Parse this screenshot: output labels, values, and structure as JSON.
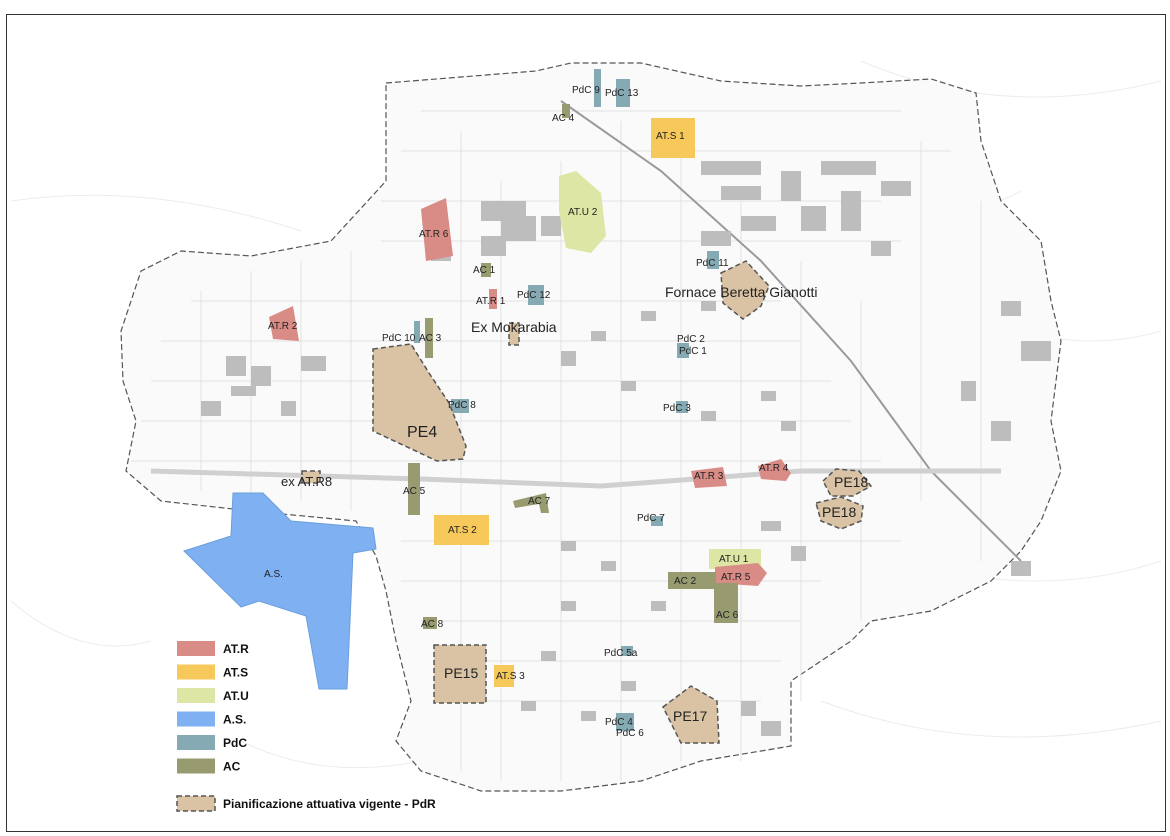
{
  "colors": {
    "atr": "#d98b86",
    "ats": "#f7c85a",
    "atu": "#dde6a4",
    "as": "#7fb1f2",
    "pdc": "#86aab4",
    "ac": "#989a70",
    "pdr": "#d9c3a4",
    "buildings": "#bdbdbd",
    "streets": "#e2e2e2",
    "boundary": "#555555"
  },
  "legend": [
    {
      "key": "atr",
      "label": "AT.R"
    },
    {
      "key": "ats",
      "label": "AT.S"
    },
    {
      "key": "atu",
      "label": "AT.U"
    },
    {
      "key": "as",
      "label": "A.S."
    },
    {
      "key": "pdc",
      "label": "PdC"
    },
    {
      "key": "ac",
      "label": "AC"
    },
    {
      "key": "pdr",
      "label": "Pianificazione attuativa vigente - PdR"
    }
  ],
  "labels": {
    "pdc9": "PdC 9",
    "pdc13": "PdC 13",
    "ac4": "AC 4",
    "ats1": "AT.S 1",
    "atu2": "AT.U 2",
    "atr6": "AT.R 6",
    "pdc11": "PdC 11",
    "fornace": "Fornace Beretta Gianotti",
    "ac1": "AC 1",
    "atr1": "AT.R 1",
    "pdc12": "PdC 12",
    "exmokarabia": "Ex Mokarabia",
    "atr2": "AT.R 2",
    "pdc10": "PdC 10",
    "ac3": "AC 3",
    "pdc2": "PdC 2",
    "pdc1": "PdC 1",
    "pdc8": "PdC 8",
    "pdc3": "PdC 3",
    "pe4": "PE4",
    "atr3": "AT.R 3",
    "atr4": "AT.R 4",
    "pe18a": "PE18",
    "pe18b": "PE18",
    "exatr8": "ex AT.R8",
    "ac5": "AC 5",
    "ac7": "AC 7",
    "pdc7": "PdC 7",
    "ats2": "AT.S 2",
    "atu1": "AT.U 1",
    "as": "A.S.",
    "ac2": "AC 2",
    "atr5": "AT.R 5",
    "ac6": "AC 6",
    "ac8": "AC 8",
    "pdc5a": "PdC 5a",
    "pe15": "PE15",
    "ats3": "AT.S 3",
    "pe17": "PE17",
    "pdc4": "PdC 4",
    "pdc6": "PdC 6"
  }
}
